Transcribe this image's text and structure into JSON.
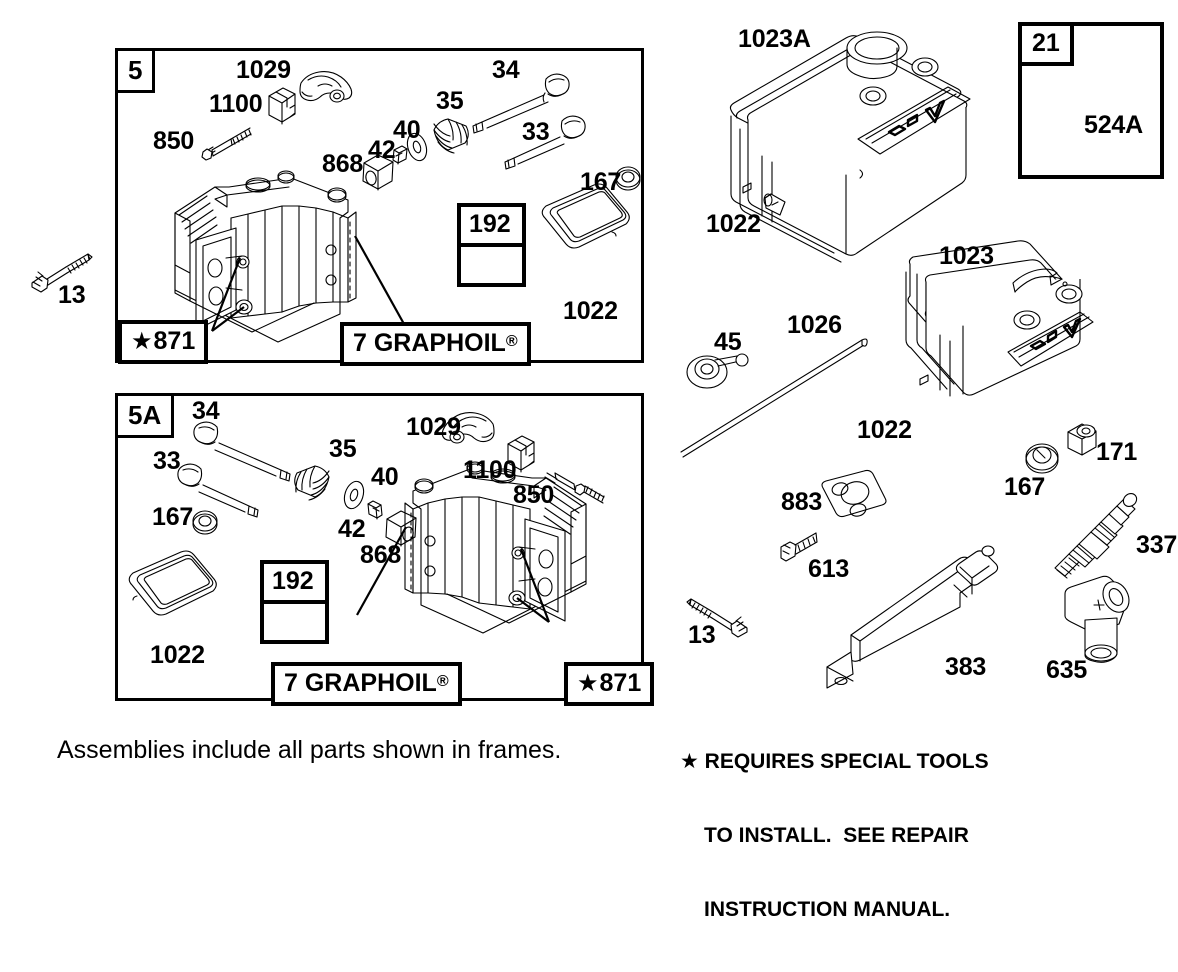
{
  "diagram": {
    "title": "Cylinder Head / Rocker Cover Exploded Parts Diagram",
    "background_color": "#ffffff",
    "line_color": "#000000"
  },
  "frames": [
    {
      "id": "frame-5",
      "tag": "5"
    },
    {
      "id": "frame-5a",
      "tag": "5A"
    }
  ],
  "frame5": {
    "tag": "5",
    "callouts": [
      {
        "ref": "1029",
        "name": "rocker-arm"
      },
      {
        "ref": "1100",
        "name": "rocker-guide-plate"
      },
      {
        "ref": "850",
        "name": "rocker-stud"
      },
      {
        "ref": "34",
        "name": "intake-valve"
      },
      {
        "ref": "35",
        "name": "valve-spring"
      },
      {
        "ref": "33",
        "name": "exhaust-valve"
      },
      {
        "ref": "40",
        "name": "valve-spring-retainer"
      },
      {
        "ref": "42",
        "name": "valve-keeper"
      },
      {
        "ref": "868",
        "name": "valve-spring-cap"
      },
      {
        "ref": "167",
        "name": "seal-washer"
      },
      {
        "ref": "1022",
        "name": "rocker-cover-gasket"
      }
    ],
    "subbox_192": {
      "tag": "192",
      "name": "nut-and-stud-kit"
    },
    "box_871": {
      "text": "871",
      "star": "★",
      "name": "valve-guide-bushing"
    },
    "box_graphoil": {
      "number": "7",
      "text": "GRAPHOIL",
      "reg": "®",
      "name": "cylinder-head-gasket"
    }
  },
  "frame5a": {
    "tag": "5A",
    "callouts": [
      {
        "ref": "34",
        "name": "intake-valve"
      },
      {
        "ref": "33",
        "name": "exhaust-valve"
      },
      {
        "ref": "35",
        "name": "valve-spring"
      },
      {
        "ref": "40",
        "name": "valve-spring-retainer"
      },
      {
        "ref": "42",
        "name": "valve-keeper"
      },
      {
        "ref": "868",
        "name": "valve-spring-cap"
      },
      {
        "ref": "1029",
        "name": "rocker-arm"
      },
      {
        "ref": "1100",
        "name": "rocker-guide-plate"
      },
      {
        "ref": "850",
        "name": "rocker-stud"
      },
      {
        "ref": "167",
        "name": "seal-washer"
      },
      {
        "ref": "1022",
        "name": "rocker-cover-gasket"
      }
    ],
    "subbox_192": {
      "tag": "192",
      "name": "nut-and-stud-kit"
    },
    "box_871": {
      "text": "871",
      "star": "★",
      "name": "valve-guide-bushing"
    },
    "box_graphoil": {
      "number": "7",
      "text": "GRAPHOIL",
      "reg": "®",
      "name": "cylinder-head-gasket"
    }
  },
  "loose_parts": {
    "left_bolt": {
      "ref": "13",
      "name": "cylinder-head-bolt"
    },
    "right_bolt": {
      "ref": "13",
      "name": "cylinder-head-bolt"
    },
    "rocker_cover_a": {
      "ref": "1023A",
      "name": "rocker-cover-ohv"
    },
    "rocker_cover_a_gasket": {
      "ref": "1022",
      "name": "rocker-cover-gasket"
    },
    "rocker_cover_b": {
      "ref": "1023",
      "name": "rocker-cover-ohv"
    },
    "rocker_cover_b_gasket": {
      "ref": "1022",
      "name": "rocker-cover-gasket"
    },
    "dipstick_cap": {
      "ref": "45",
      "name": "dipstick-handle"
    },
    "dipstick_tube": {
      "ref": "1026",
      "name": "dipstick-rod"
    },
    "washer_167": {
      "ref": "167",
      "name": "seal-washer"
    },
    "plug_171": {
      "ref": "171",
      "name": "oil-fill-plug"
    },
    "gasket_883": {
      "ref": "883",
      "name": "breather-gasket"
    },
    "screw_613": {
      "ref": "613",
      "name": "breather-screw"
    },
    "breather_tube": {
      "ref": "383",
      "name": "breather-tube"
    },
    "spark_plug": {
      "ref": "337",
      "name": "spark-plug"
    },
    "plug_boot": {
      "ref": "635",
      "name": "spark-plug-boot"
    }
  },
  "box21": {
    "tag": "21",
    "ref": "524A",
    "name": "oil-fill-cap-and-seal"
  },
  "notes": {
    "assemblies": "Assemblies include all parts shown in frames.",
    "special_tools_line1": "★ REQUIRES SPECIAL TOOLS",
    "special_tools_line2": "TO INSTALL.  SEE REPAIR",
    "special_tools_line3": "INSTRUCTION MANUAL."
  }
}
